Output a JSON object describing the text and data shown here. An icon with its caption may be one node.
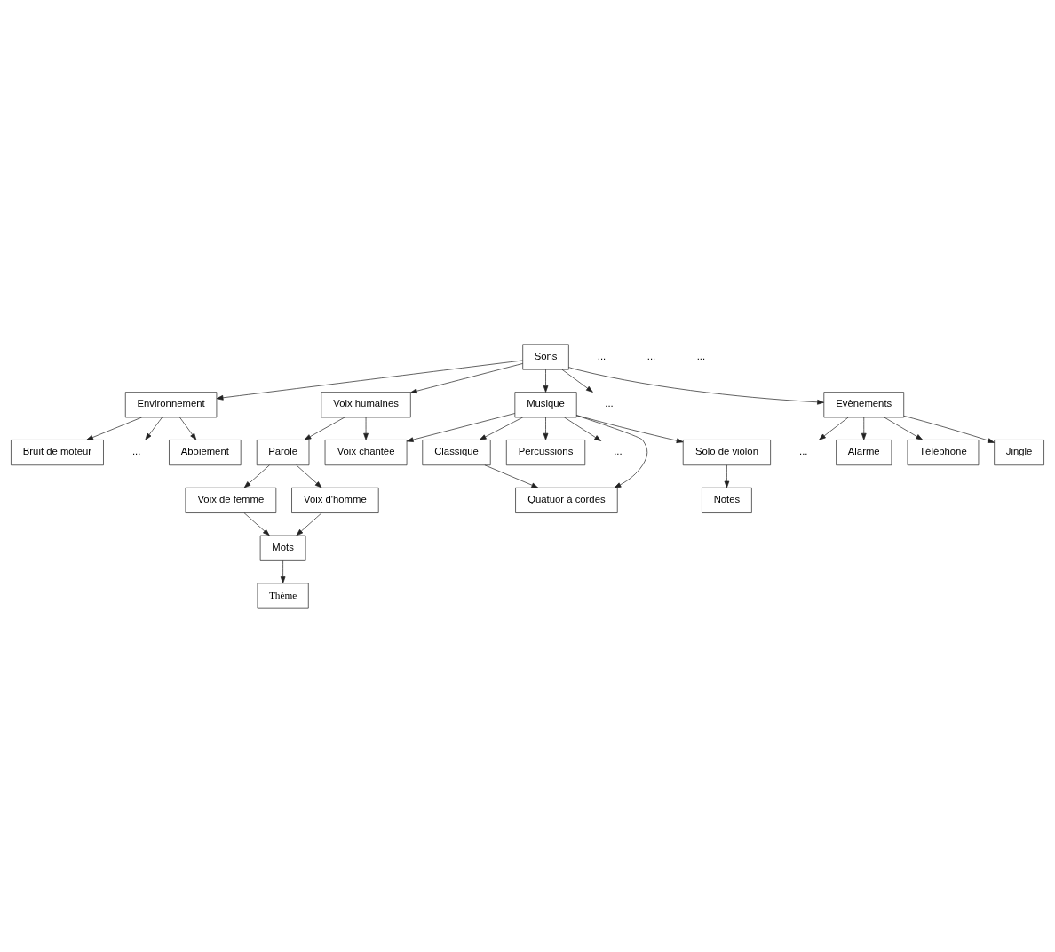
{
  "diagram": {
    "nodes": [
      {
        "text": [
          "Sons"
        ]
      },
      {
        "text": [
          "Environnement"
        ]
      },
      {
        "text": [
          "Voix humaines"
        ]
      },
      {
        "text": [
          "Musique"
        ]
      },
      {
        "text": [
          "..."
        ]
      },
      {
        "text": [
          "Evènements"
        ]
      },
      {
        "text": [
          "Bruit de moteur"
        ]
      },
      {
        "text": [
          "..."
        ]
      },
      {
        "text": [
          "Aboiement"
        ]
      },
      {
        "text": [
          "Voix chantée"
        ]
      },
      {
        "text": [
          "Parole"
        ]
      },
      {
        "text": [
          "Classique"
        ]
      },
      {
        "text": [
          "Percussions"
        ]
      },
      {
        "text": [
          "..."
        ]
      },
      {
        "text": [
          "Solo de violon"
        ]
      },
      {
        "text": [
          "Quatuor à cordes"
        ]
      },
      {
        "text": [
          "Notes"
        ]
      },
      {
        "text": [
          "..."
        ]
      },
      {
        "text": [
          "Alarme"
        ]
      },
      {
        "text": [
          "Téléphone"
        ]
      },
      {
        "text": [
          "Jingle"
        ]
      },
      {
        "text": [
          "Voix de femme"
        ]
      },
      {
        "text": [
          "Voix d'homme"
        ]
      },
      {
        "text": [
          "Mots"
        ]
      },
      {
        "text": [
          "Thème"
        ]
      }
    ],
    "edges": [
      {
        "from": 0,
        "to": 1,
        "arrow": "to"
      },
      {
        "from": 0,
        "to": 2,
        "arrow": "to"
      },
      {
        "from": 0,
        "to": 3,
        "arrow": "to"
      },
      {
        "from": 0,
        "to": 4,
        "arrow": "to"
      },
      {
        "from": 0,
        "to": 5,
        "arrow": "to"
      },
      {
        "from": 1,
        "to": 6,
        "arrow": "to"
      },
      {
        "from": 1,
        "to": 7,
        "arrow": "to"
      },
      {
        "from": 1,
        "to": 8,
        "arrow": "to"
      },
      {
        "from": 2,
        "to": 9,
        "arrow": "to"
      },
      {
        "from": 2,
        "to": 10,
        "arrow": "to"
      },
      {
        "from": 3,
        "to": 9,
        "arrow": "to"
      },
      {
        "from": 3,
        "to": 11,
        "arrow": "to"
      },
      {
        "from": 3,
        "to": 15,
        "arrow": "to"
      },
      {
        "from": 3,
        "to": 14,
        "arrow": "to"
      },
      {
        "from": 3,
        "to": 12,
        "arrow": "to"
      },
      {
        "from": 3,
        "to": 13,
        "arrow": "to"
      },
      {
        "from": 5,
        "to": 17,
        "arrow": "to"
      },
      {
        "from": 5,
        "to": 18,
        "arrow": "to"
      },
      {
        "from": 5,
        "to": 19,
        "arrow": "to"
      },
      {
        "from": 5,
        "to": 20,
        "arrow": "to"
      },
      {
        "from": 11,
        "to": 15,
        "arrow": "to"
      },
      {
        "from": 14,
        "to": 16,
        "arrow": "to"
      },
      {
        "from": 10,
        "to": 21,
        "arrow": "to"
      },
      {
        "from": 10,
        "to": 22,
        "arrow": "to"
      },
      {
        "from": 21,
        "to": 23,
        "arrow": "to"
      },
      {
        "from": 22,
        "to": 23,
        "arrow": "to"
      },
      {
        "from": 23,
        "to": 24,
        "arrow": "to"
      }
    ],
    "labels": [
      "...",
      "...",
      "..."
    ]
  }
}
